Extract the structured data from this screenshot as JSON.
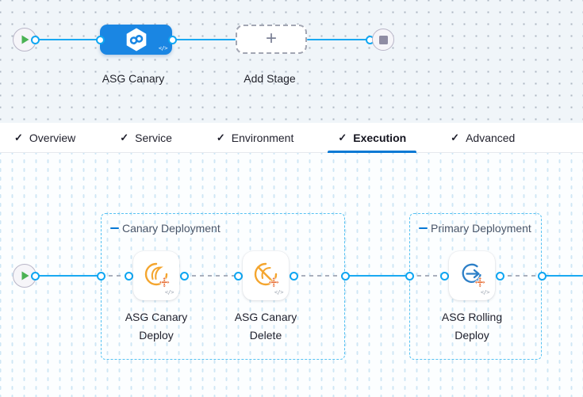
{
  "icons": {
    "check_glyph": "✓",
    "plus_glyph": "+",
    "code_glyph": "</>"
  },
  "stage_graph": {
    "stage_label": "ASG Canary",
    "add_stage_label": "Add Stage"
  },
  "tabs": [
    {
      "label": "Overview",
      "checked": true,
      "active": false
    },
    {
      "label": "Service",
      "checked": true,
      "active": false
    },
    {
      "label": "Environment",
      "checked": true,
      "active": false
    },
    {
      "label": "Execution",
      "checked": true,
      "active": true
    },
    {
      "label": "Advanced",
      "checked": true,
      "active": false
    }
  ],
  "execution_graph": {
    "groups": [
      {
        "label": "Canary Deployment",
        "steps": [
          {
            "line1": "ASG Canary",
            "line2": "Deploy",
            "icon": "asg-canary-deploy-icon"
          },
          {
            "line1": "ASG Canary",
            "line2": "Delete",
            "icon": "asg-canary-delete-icon"
          }
        ]
      },
      {
        "label": "Primary Deployment",
        "steps": [
          {
            "line1": "ASG Rolling",
            "line2": "Deploy",
            "icon": "asg-rolling-deploy-icon"
          }
        ]
      }
    ]
  },
  "colors": {
    "flow_blue": "#1aa9f2",
    "accent_blue": "#0b79d4",
    "stage_blue": "#1a86e3",
    "container_dash_blue": "#56c2f2",
    "success_green": "#4bb253",
    "step_orange": "#f4a52e",
    "cross_orange": "#e8733c",
    "rolling_blue": "#2d7fc7"
  }
}
